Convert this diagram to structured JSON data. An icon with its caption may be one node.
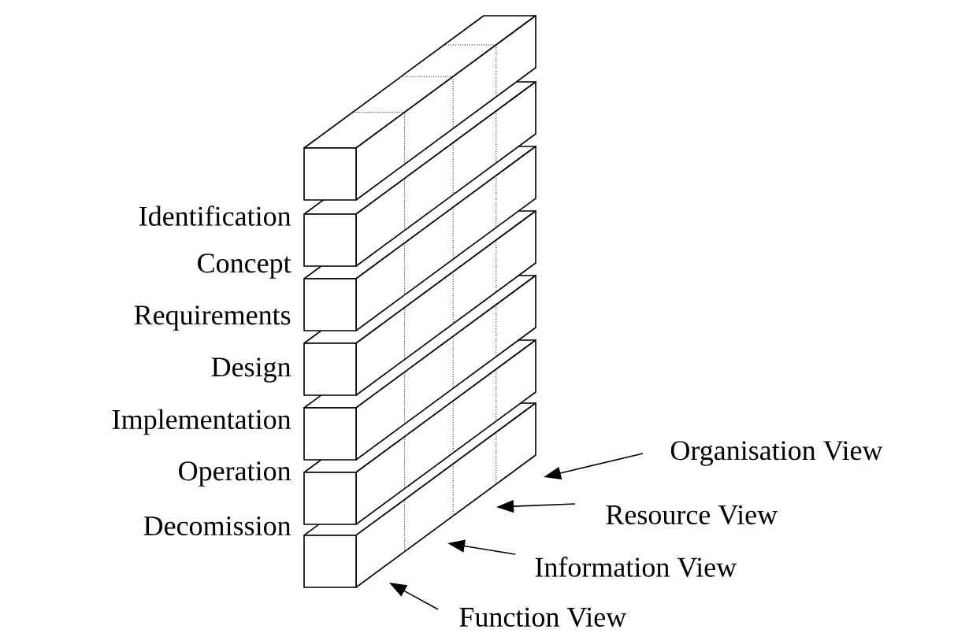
{
  "diagram": {
    "nodes": [
      {
        "text": [
          "Organisation View"
        ]
      },
      {
        "text": [
          "Resource View"
        ]
      },
      {
        "text": [
          "Information View"
        ]
      },
      {
        "text": [
          "Function View"
        ]
      }
    ],
    "edges": [
      {
        "from": 0,
        "to": null,
        "arrow": "to"
      },
      {
        "from": 1,
        "to": null,
        "arrow": "to"
      },
      {
        "from": 2,
        "to": null,
        "arrow": "to"
      },
      {
        "from": 3,
        "to": null,
        "arrow": "to"
      }
    ],
    "labels": [
      "Identification",
      "Concept",
      "Requirements",
      "Design",
      "Implementation",
      "Operation",
      "Decomission"
    ]
  }
}
